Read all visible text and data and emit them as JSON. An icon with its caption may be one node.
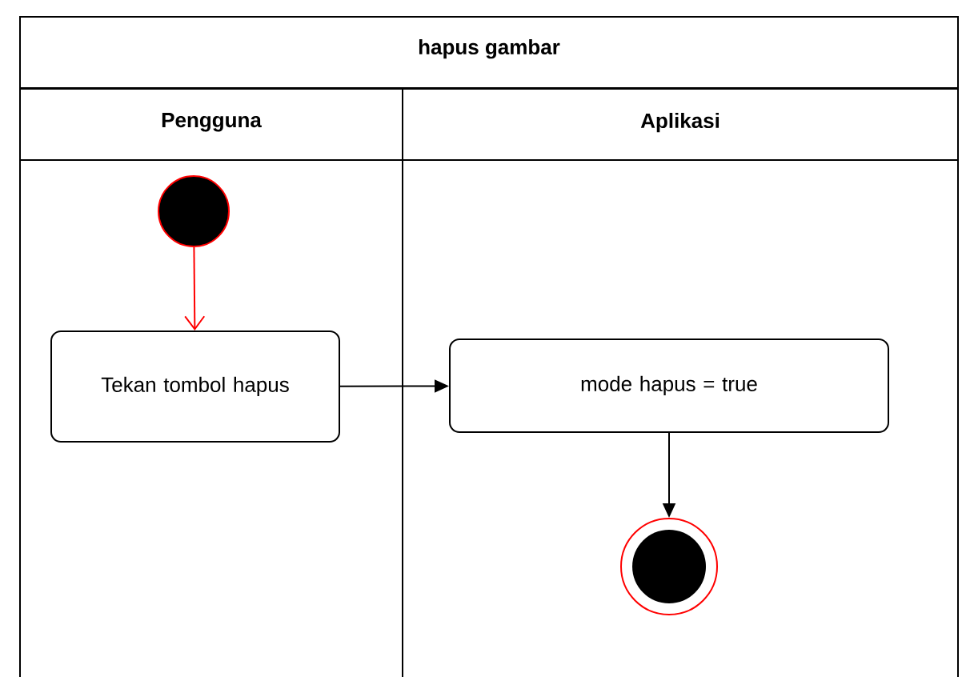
{
  "diagram": {
    "nodes": [
      {
        "text": [
          "hapus gambar"
        ]
      },
      {
        "text": [
          "Pengguna"
        ],
        "in": 0
      },
      {
        "text": [
          "Aplikasi"
        ],
        "in": 0
      },
      {
        "text": [],
        "shape": "circle",
        "in": 1
      },
      {
        "text": [
          "Tekan tombol hapus"
        ],
        "in": 1
      },
      {
        "text": [
          "mode hapus = true"
        ],
        "in": 2
      },
      {
        "text": [],
        "shape": "circle",
        "in": 2
      }
    ],
    "edges": [
      {
        "from": 3,
        "to": 4,
        "arrow": "to",
        "color": "#ff0000"
      },
      {
        "from": 4,
        "to": 5,
        "arrow": "to"
      },
      {
        "from": 5,
        "to": 6,
        "arrow": "to"
      }
    ]
  }
}
